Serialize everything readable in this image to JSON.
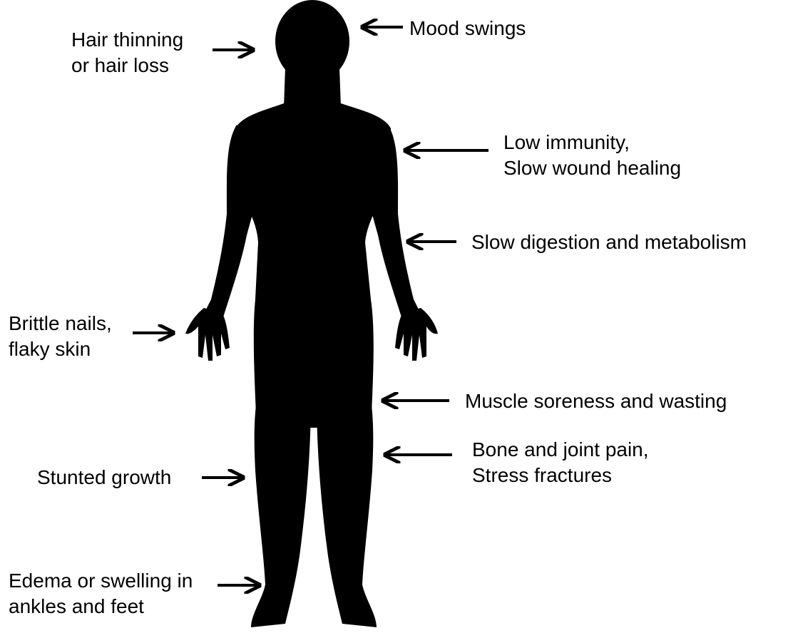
{
  "colors": {
    "silhouette": "#000000",
    "background": "#ffffff",
    "text": "#000000",
    "arrows": "#000000"
  },
  "labels": {
    "hair": {
      "line1": "Hair thinning",
      "line2": "or hair loss"
    },
    "mood": {
      "line1": "Mood swings"
    },
    "immunity": {
      "line1": "Low immunity,",
      "line2": "Slow wound healing"
    },
    "digestion": {
      "line1": "Slow digestion and metabolism"
    },
    "nails": {
      "line1": "Brittle nails,",
      "line2": "flaky skin"
    },
    "muscle": {
      "line1": "Muscle soreness and wasting"
    },
    "bone": {
      "line1": "Bone and joint pain,",
      "line2": "Stress fractures"
    },
    "growth": {
      "line1": "Stunted growth"
    },
    "edema": {
      "line1": "Edema or swelling in",
      "line2": "ankles and feet"
    }
  }
}
